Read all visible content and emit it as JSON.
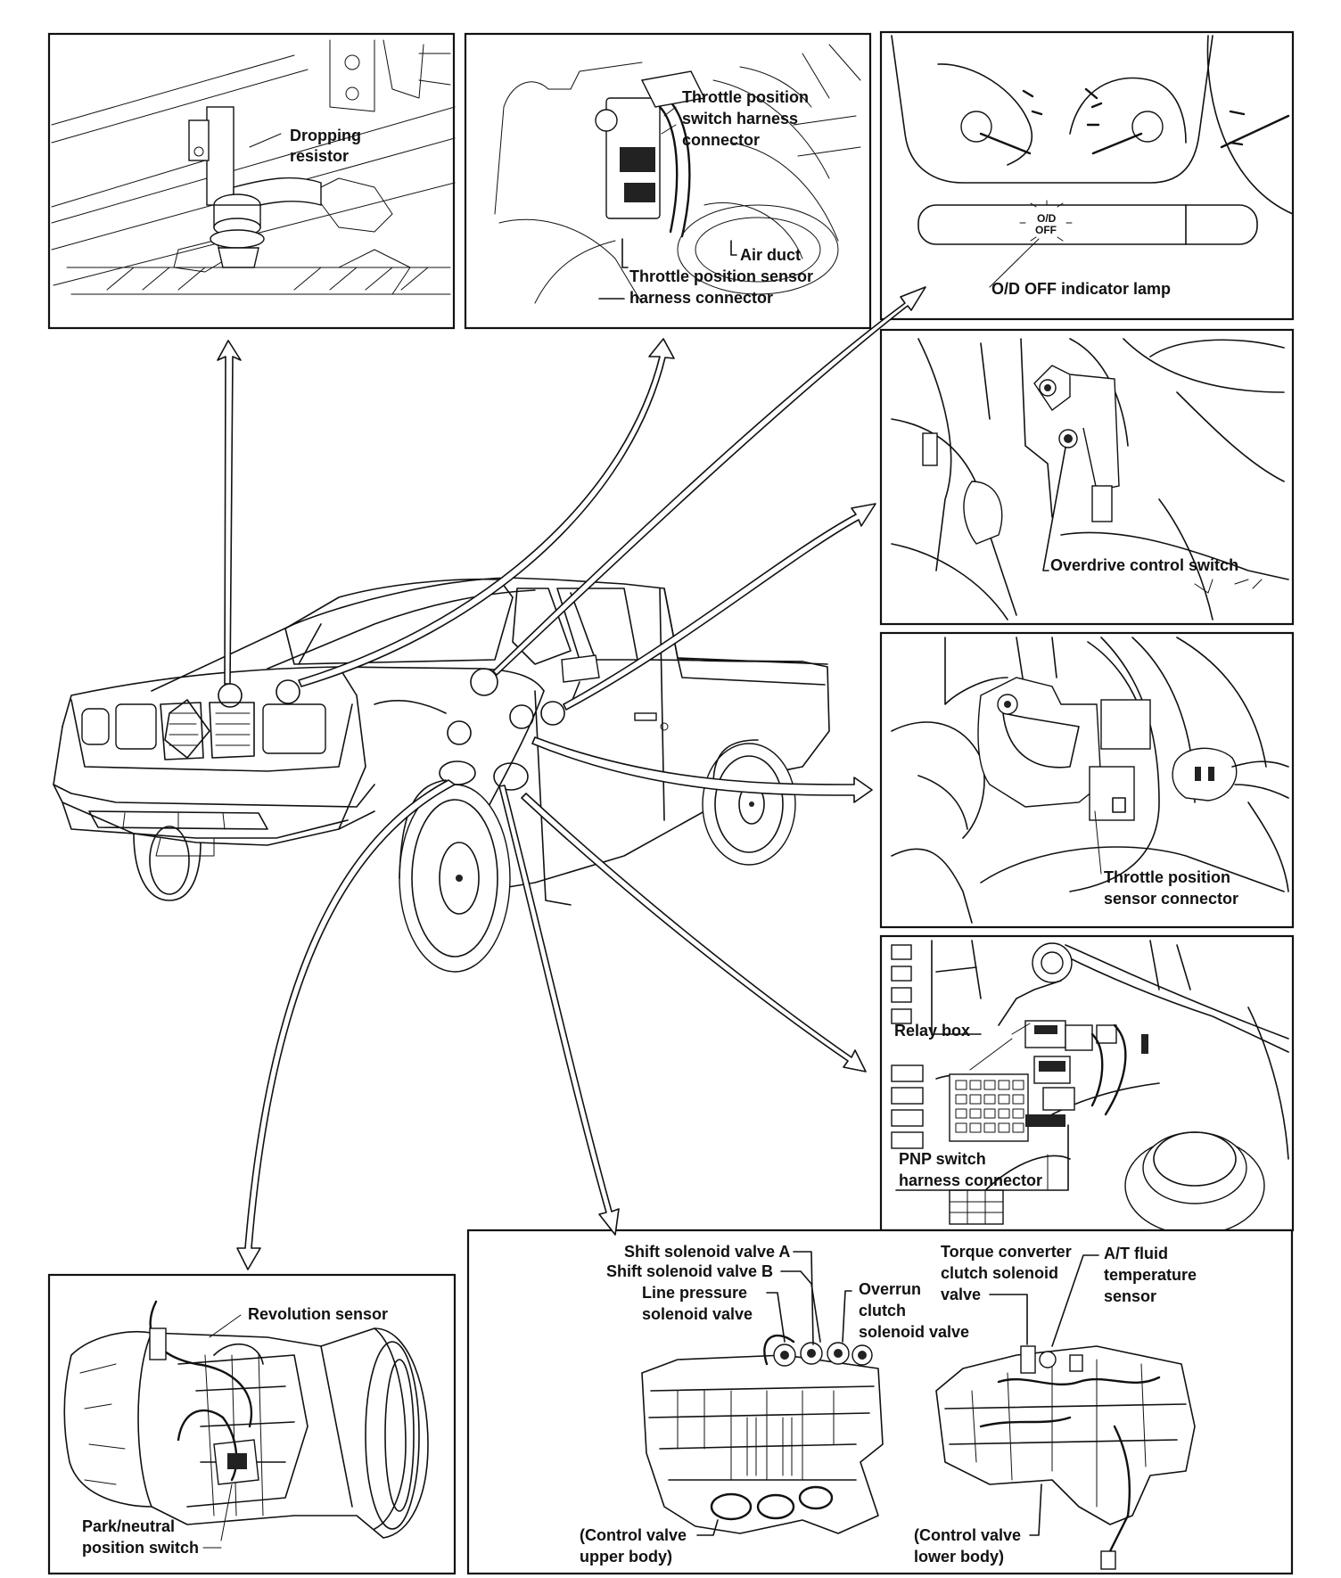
{
  "labels": {
    "dropping_resistor_1": "Dropping",
    "dropping_resistor_2": "resistor",
    "tps_switch_1": "Throttle position",
    "tps_switch_2": "switch harness",
    "tps_switch_3": "connector",
    "air_duct": "Air duct",
    "tps_sensor_harness_1": "Throttle position sensor",
    "tps_sensor_harness_2": "harness connector",
    "od_lamp_text_1": "O/D",
    "od_lamp_text_2": "OFF",
    "od_off_indicator": "O/D OFF indicator lamp",
    "overdrive_switch": "Overdrive control switch",
    "tps_connector_1": "Throttle position",
    "tps_connector_2": "sensor connector",
    "relay_box": "Relay box",
    "pnp_switch_1": "PNP switch",
    "pnp_switch_2": "harness connector",
    "revolution_sensor": "Revolution sensor",
    "park_neutral_1": "Park/neutral",
    "park_neutral_2": "position switch",
    "shift_a": "Shift solenoid valve A",
    "shift_b": "Shift solenoid valve B",
    "line_pressure_1": "Line pressure",
    "line_pressure_2": "solenoid valve",
    "overrun_1": "Overrun",
    "overrun_2": "clutch",
    "overrun_3": "solenoid valve",
    "upper_body_1": "(Control valve",
    "upper_body_2": "upper body)",
    "tcc_1": "Torque converter",
    "tcc_2": "clutch solenoid",
    "tcc_3": "valve",
    "fluid_temp_1": "A/T fluid",
    "fluid_temp_2": "temperature",
    "fluid_temp_3": "sensor",
    "lower_body_1": "(Control valve",
    "lower_body_2": "lower body)"
  }
}
